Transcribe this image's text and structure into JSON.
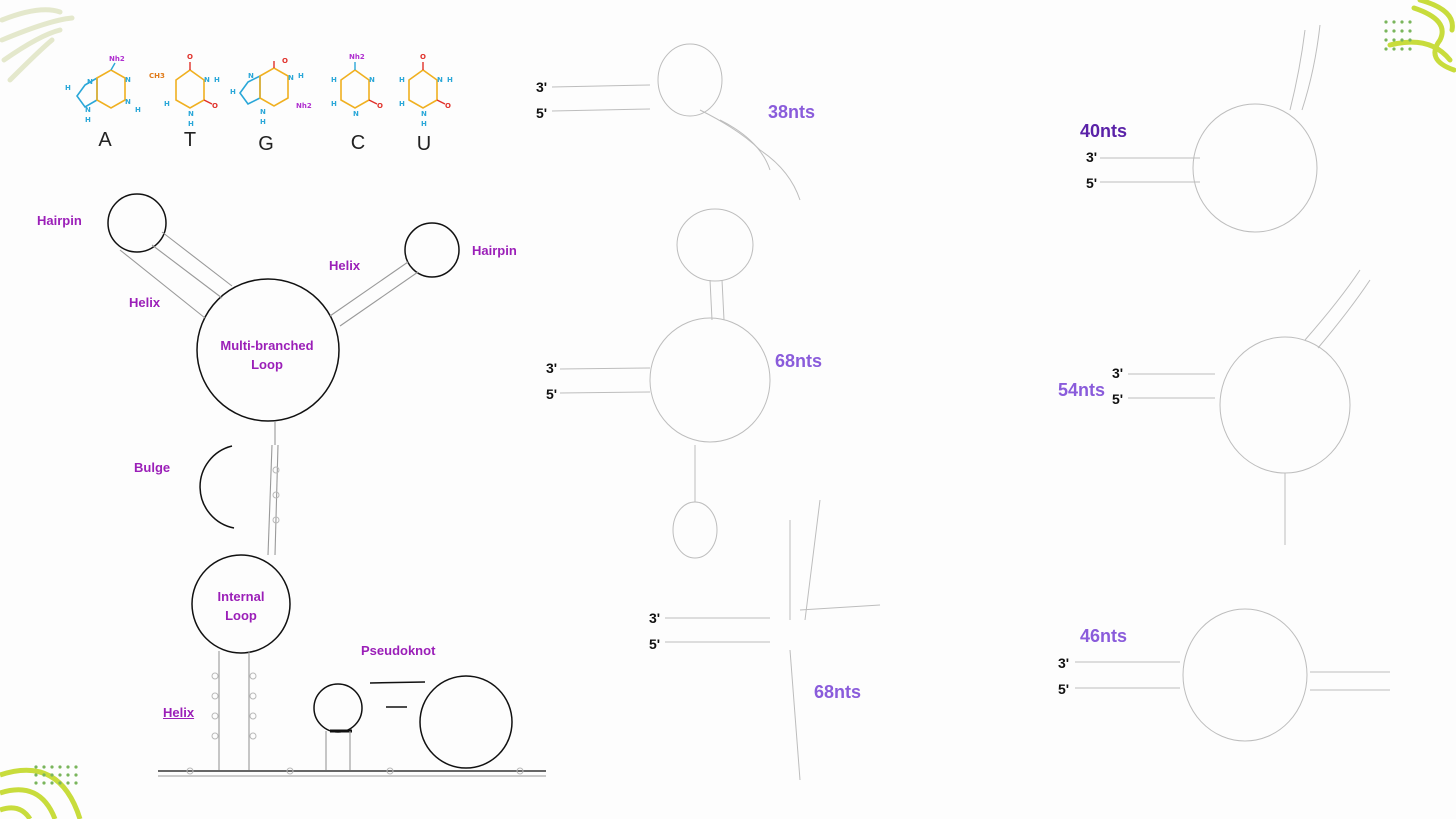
{
  "nucleobases": {
    "letters": [
      "A",
      "T",
      "G",
      "C",
      "U"
    ],
    "atom_labels": {
      "nh2": "Nh2",
      "ch3": "CH3",
      "n": "N",
      "h": "H",
      "o": "O"
    }
  },
  "structure_labels": {
    "hairpin_left": "Hairpin",
    "hairpin_right": "Hairpin",
    "helix_top_left": "Helix",
    "helix_top_right": "Helix",
    "multi_loop_line1": "Multi-branched",
    "multi_loop_line2": "Loop",
    "bulge": "Bulge",
    "internal_loop_line1": "Internal",
    "internal_loop_line2": "Loop",
    "helix_bottom": "Helix",
    "pseudoknot": "Pseudoknot"
  },
  "rna_examples": [
    {
      "three_prime": "3'",
      "five_prime": "5'",
      "length_label": "38nts",
      "icon_color": "#1ab5d8",
      "ring_color": "#1a90aa",
      "label_color": "#8a5cdb"
    },
    {
      "three_prime": "3'",
      "five_prime": "5'",
      "length_label": "40nts",
      "icon_color": "#c24848",
      "ring_color": "#8e2a2a",
      "label_color": "#5a22a8"
    },
    {
      "three_prime": "3'",
      "five_prime": "5'",
      "length_label": "68nts",
      "icon_color": "#4bbfb0",
      "ring_color": "#2a9790",
      "label_color": "#8a5cdb"
    },
    {
      "three_prime": "3'",
      "five_prime": "5'",
      "length_label": "54nts",
      "icon_color": "#1ab5d8",
      "ring_color": "#1a90aa",
      "label_color": "#8a5cdb"
    },
    {
      "three_prime": "3'",
      "five_prime": "5'",
      "length_label": "68nts",
      "icon_color": "#c24848",
      "ring_color": "#8e2a2a",
      "label_color": "#8a5cdb"
    },
    {
      "three_prime": "3'",
      "five_prime": "5'",
      "length_label": "46nts",
      "icon_color": "#4bbfb0",
      "ring_color": "#2a9790",
      "label_color": "#8a5cdb"
    }
  ],
  "colors": {
    "structure_label": "#9b1fb8",
    "nitrogen": "#2aa7d8",
    "oxygen": "#e0302a",
    "methyl": "#e07b1a",
    "carbon_bond": "#f0b020",
    "amine": "#b030d0",
    "deco_green": "#c8dc3c",
    "deco_dots": "#7ab55c"
  }
}
